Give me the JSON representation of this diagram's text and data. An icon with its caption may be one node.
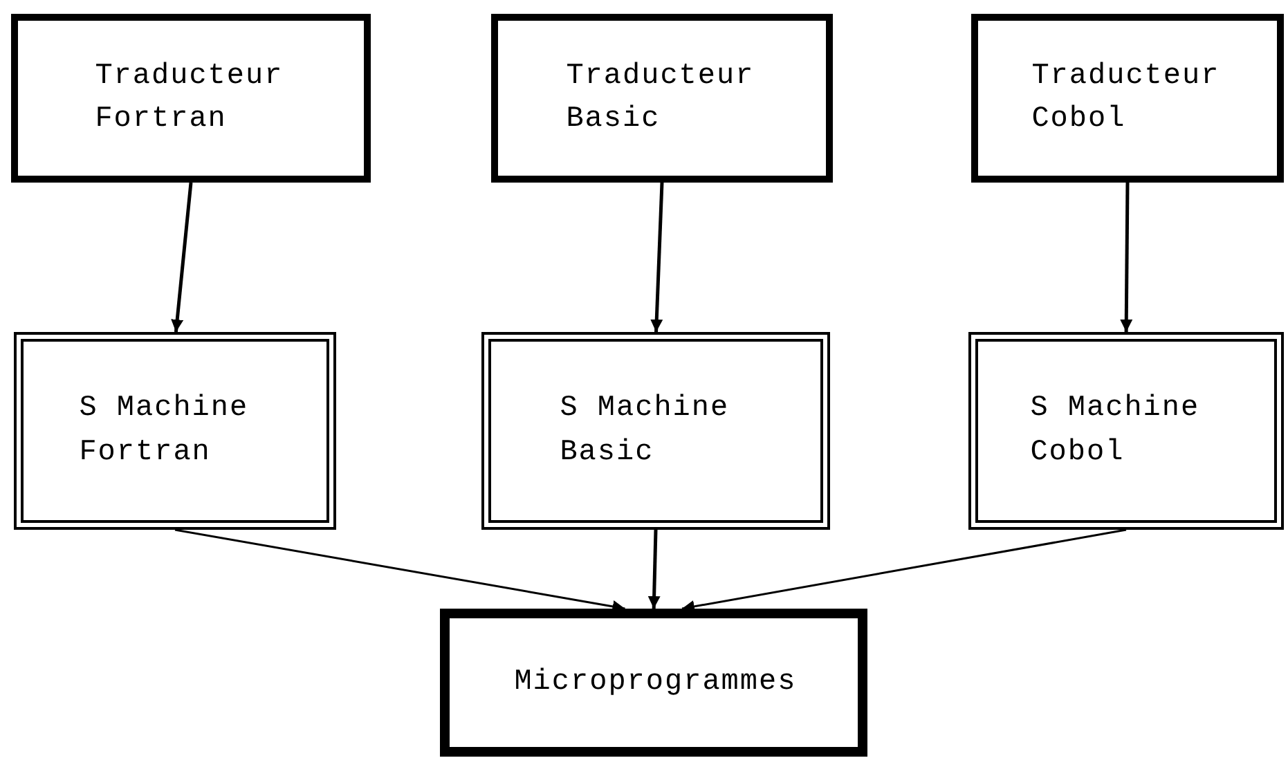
{
  "diagram": {
    "nodes": [
      {
        "text": [
          "Traducteur Fortran"
        ]
      },
      {
        "text": [
          "Traducteur Basic"
        ]
      },
      {
        "text": [
          "Traducteur Cobol"
        ]
      },
      {
        "text": [
          "S Machine Fortran"
        ]
      },
      {
        "text": [
          "S Machine Basic"
        ]
      },
      {
        "text": [
          "S Machine Cobol"
        ]
      },
      {
        "text": [
          "Microprogrammes"
        ]
      }
    ],
    "edges": [
      {
        "from": 0,
        "to": 3,
        "arrow": "to"
      },
      {
        "from": 1,
        "to": 4,
        "arrow": "to"
      },
      {
        "from": 2,
        "to": 5,
        "arrow": "to"
      },
      {
        "from": 3,
        "to": 6,
        "arrow": "to"
      },
      {
        "from": 4,
        "to": 6,
        "arrow": "to"
      },
      {
        "from": 5,
        "to": 6,
        "arrow": "to"
      }
    ]
  }
}
